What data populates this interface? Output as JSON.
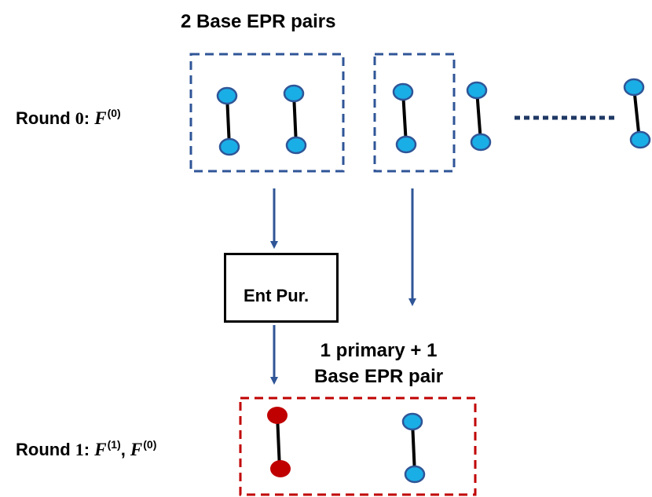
{
  "title": "2 Base EPR pairs",
  "round0": {
    "label": "Round ",
    "num": "0",
    "colon": ": ",
    "f_sym": "F",
    "f_sup": "(0)"
  },
  "round1": {
    "label": "Round ",
    "num": "1",
    "colon": ": ",
    "f1_sym": "F",
    "f1_sup": "(1)",
    "sep": ", ",
    "f2_sym": "F",
    "f2_sup": "(0)"
  },
  "ent_box_label": "Ent Pur.",
  "primary_label_line1": "1 primary + 1",
  "primary_label_line2": "Base EPR pair",
  "colors": {
    "base_node": "#1aaee6",
    "base_node_stroke": "#2f5597",
    "primary_node": "#c00000",
    "blue_box": "#2f5597",
    "red_box": "#c00000",
    "arrow": "#2f5597",
    "dots": "#1f3864"
  }
}
